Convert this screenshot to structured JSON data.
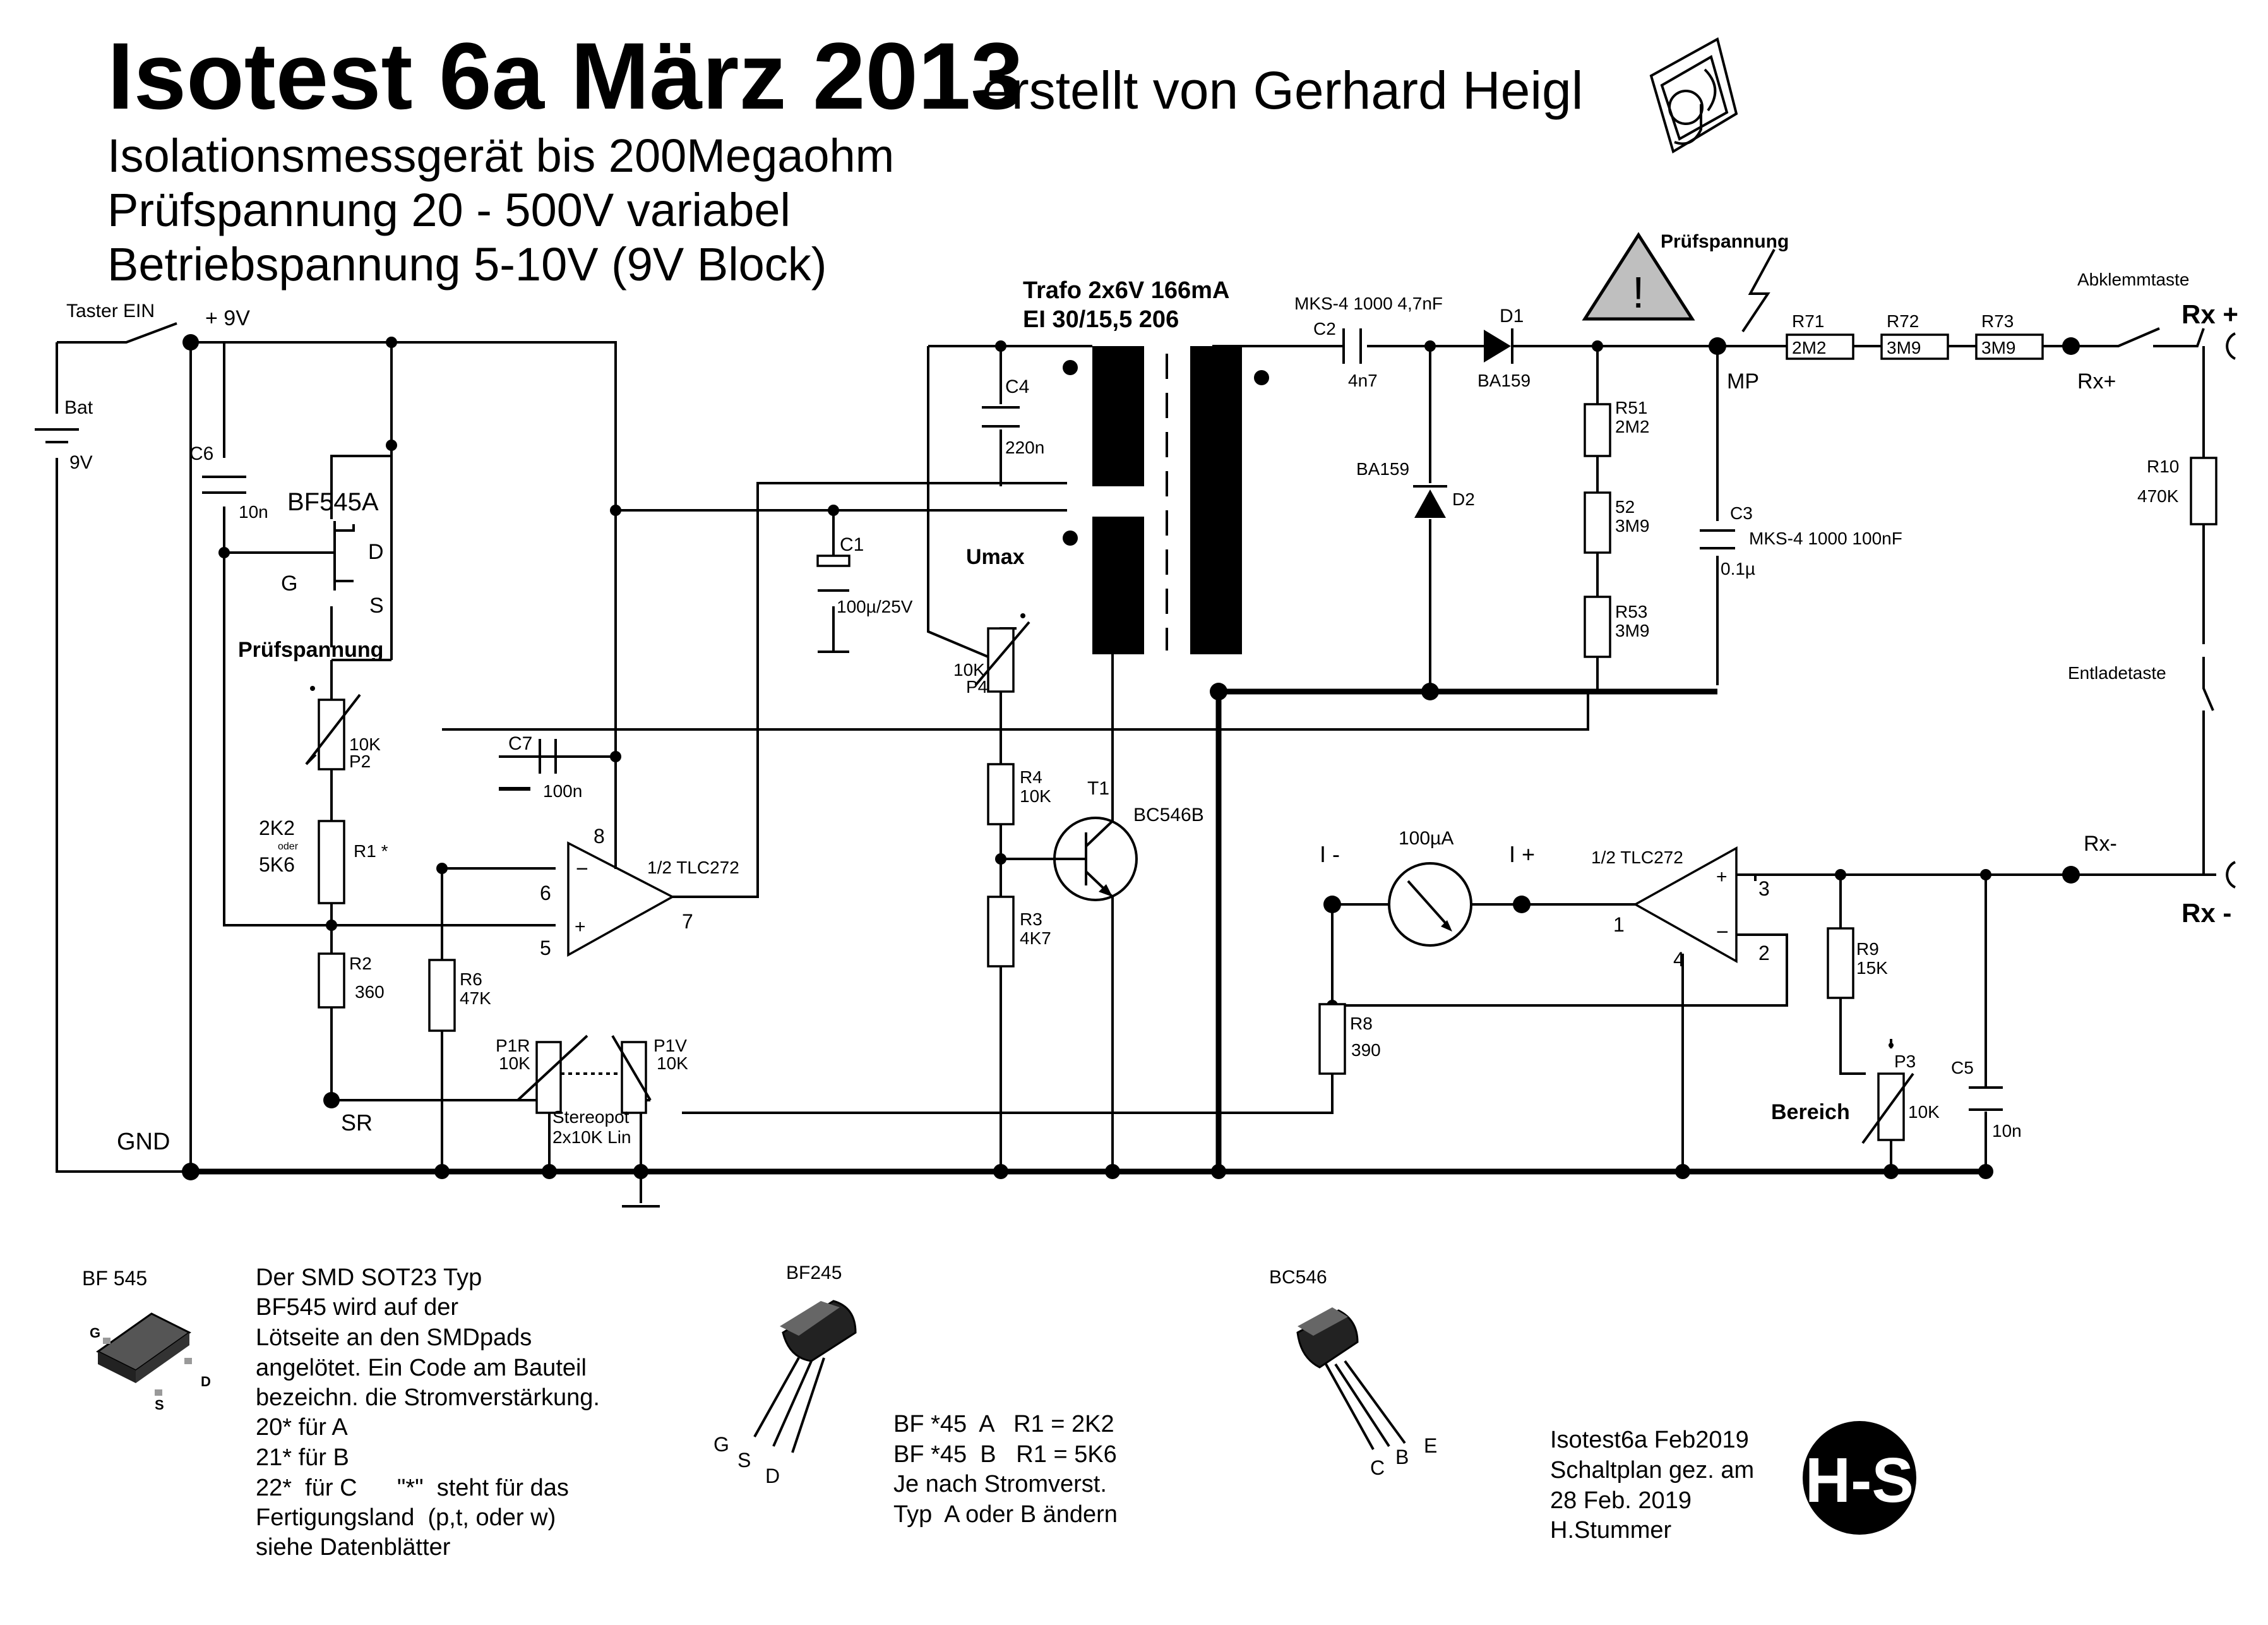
{
  "header": {
    "title": "Isotest 6a März 2013",
    "author": "erstellt von Gerhard Heigl",
    "line1": "Isolationsmessgerät bis 200Megaohm",
    "line2": "Prüfspannung 20 - 500V variabel",
    "line3": "Betriebspannung 5-10V (9V Block)"
  },
  "labels": {
    "taster_ein": "Taster EIN",
    "plus9v": "+ 9V",
    "bat": "Bat",
    "bat_v": "9V",
    "gnd": "GND",
    "c6": "C6",
    "c6_val": "10n",
    "bf545a": "BF545A",
    "d": "D",
    "g": "G",
    "s": "S",
    "pruef_left": "Prüfspannung",
    "p2_val": "10K",
    "p2": "P2",
    "r1_val1": "2K2",
    "r1_oder": "oder",
    "r1_val2": "5K6",
    "r1": "R1 *",
    "r2": "R2",
    "r2_val": "360",
    "sr": "SR",
    "r6": "R6",
    "r6_val": "47K",
    "c7": "C7",
    "c7_val": "100n",
    "pin8": "8",
    "pin6": "6",
    "pin5": "5",
    "pin7": "7",
    "tlc_left": "1/2 TLC272",
    "p1r": "P1R",
    "p1r_val": "10K",
    "p1v": "P1V",
    "p1v_val": "10K",
    "stereopot": "Stereopot",
    "stereopot_val": "2x10K Lin",
    "c1": "C1",
    "c1_val": "100µ/25V",
    "c4": "C4",
    "c4_val": "220n",
    "umax": "Umax",
    "p4_val": "10K",
    "p4": "P4",
    "r4": "R4",
    "r4_val": "10K",
    "r3": "R3",
    "r3_val": "4K7",
    "t1": "T1",
    "bc546b": "BC546B",
    "trafo1": "Trafo 2x6V 166mA",
    "trafo2": "EI 30/15,5 206",
    "mks_c2": "MKS-4 1000 4,7nF",
    "c2": "C2",
    "c2_val": "4n7",
    "d1": "D1",
    "ba159_d1": "BA159",
    "ba159_d2": "BA159",
    "d2": "D2",
    "r51": "R51",
    "r51_val": "2M2",
    "r52": "52",
    "r52_val": "3M9",
    "r53": "R53",
    "r53_val": "3M9",
    "c3": "C3",
    "c3_type": "MKS-4 1000 100nF",
    "c3_val": "0.1µ",
    "pruef_top": "Prüfspannung",
    "mp": "MP",
    "r71": "R71",
    "r71_val": "2M2",
    "r72": "R72",
    "r72_val": "3M9",
    "r73": "R73",
    "r73_val": "3M9",
    "abklemmtaste": "Abklemmtaste",
    "rxp_node": "Rx+",
    "rx_plus": "Rx +",
    "r10": "R10",
    "r10_val": "470K",
    "entladetaste": "Entladetaste",
    "rxm_node": "Rx-",
    "rx_minus": "Rx -",
    "i_minus": "I -",
    "i_plus": "I +",
    "meter": "100µA",
    "tlc_right": "1/2 TLC272",
    "pin3": "3",
    "pin2": "2",
    "pin1": "1",
    "pin4": "4",
    "r8": "R8",
    "r8_val": "390",
    "r9": "R9",
    "r9_val": "15K",
    "p3": "P3",
    "p3_val": "10K",
    "bereich": "Bereich",
    "c5": "C5",
    "c5_val": "10n"
  },
  "notes": {
    "bf545_title": "BF 545",
    "smd_text": [
      "Der SMD SOT23 Typ",
      "BF545  wird auf der",
      "Lötseite an den SMDpads",
      "angelötet. Ein Code am Bauteil",
      "bezeichn. die Stromverstärkung.",
      "20*  für A",
      "21*  für B",
      "22*  für C      \"*\"  steht für das",
      "Fertigungsland  (p,t, oder w)",
      "siehe Datenblätter"
    ],
    "sot_g": "G",
    "sot_d": "D",
    "sot_s": "S",
    "bf245_title": "BF245",
    "bf245_g": "G",
    "bf245_s": "S",
    "bf245_d": "D",
    "variant_text": [
      "BF *45  A   R1 = 2K2",
      "BF *45  B   R1 = 5K6",
      "Je nach Stromverst.",
      "Typ  A oder B ändern"
    ],
    "bc546_title": "BC546",
    "bc546_c": "C",
    "bc546_b": "B",
    "bc546_e": "E",
    "credit_text": [
      "Isotest6a Feb2019",
      "Schaltplan gez. am",
      "28 Feb. 2019",
      "H.Stummer"
    ],
    "logo_hs": "H-S"
  }
}
